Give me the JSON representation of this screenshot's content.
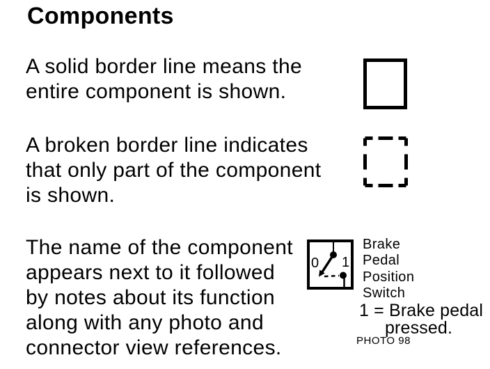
{
  "page": {
    "title": "Components",
    "background": "#ffffff",
    "text_color": "#000000"
  },
  "sections": [
    {
      "id": "solid-border",
      "figure": "solid-square",
      "lines": [
        "A solid border line means the",
        "entire component is shown."
      ]
    },
    {
      "id": "broken-border",
      "figure": "dashed-square",
      "lines": [
        "A broken border line indicates",
        "that only part of the component",
        "is shown."
      ]
    },
    {
      "id": "component-name",
      "figure": "switch-symbol",
      "lines": [
        "The name of the component",
        "appears next to it followed",
        "by notes about its function",
        "along with any photo and",
        "connector view references."
      ]
    }
  ],
  "switch_figure": {
    "position_labels": {
      "off": "0",
      "on": "1"
    },
    "component_name_lines": [
      "Brake",
      "Pedal",
      "Position",
      "Switch"
    ],
    "note_line1": "1 = Brake pedal",
    "note_line2": "pressed.",
    "photo_ref": "PHOTO 98"
  }
}
